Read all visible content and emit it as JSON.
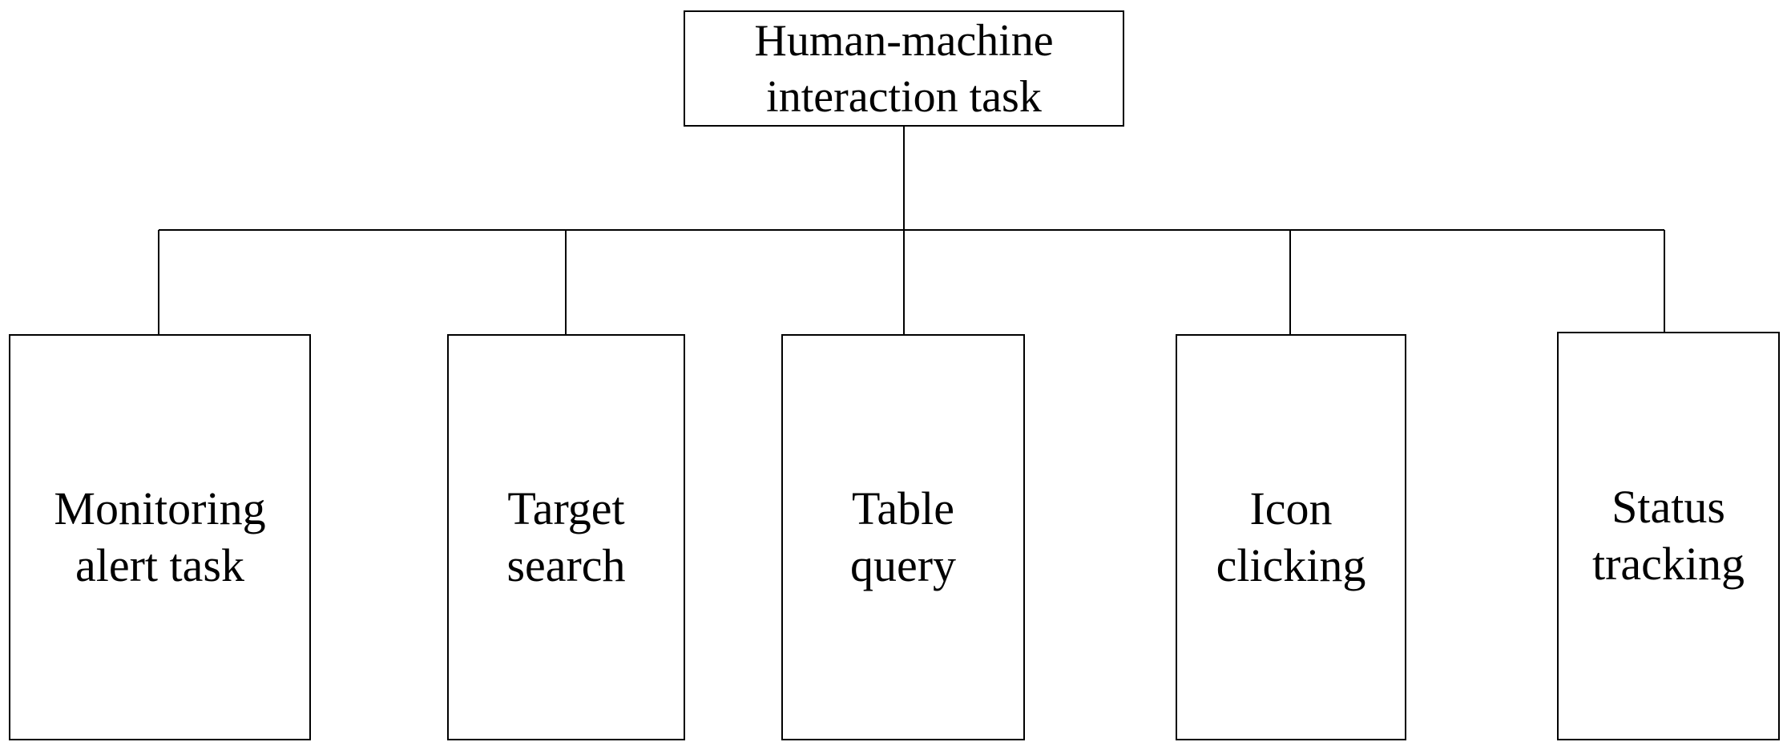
{
  "diagram": {
    "type": "hierarchy-tree",
    "root": {
      "line1": "Human-machine",
      "line2": "interaction task"
    },
    "children": [
      {
        "line1": "Monitoring",
        "line2": "alert task"
      },
      {
        "line1": "Target",
        "line2": "search"
      },
      {
        "line1": "Table",
        "line2": "query"
      },
      {
        "line1": "Icon",
        "line2": "clicking"
      },
      {
        "line1": "Status",
        "line2": "tracking"
      }
    ],
    "colors": {
      "stroke": "#000000",
      "background": "#ffffff",
      "text": "#000000"
    }
  }
}
